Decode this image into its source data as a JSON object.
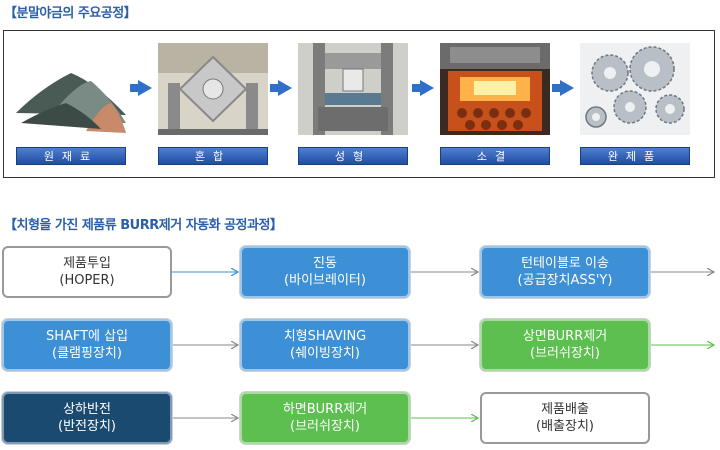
{
  "section1": {
    "title": "【분말야금의 주요공정】",
    "stages": [
      {
        "label": "원재료",
        "icon": "powder-pile-icon"
      },
      {
        "label": "혼합",
        "icon": "mixer-machine-icon"
      },
      {
        "label": "성형",
        "icon": "press-machine-icon"
      },
      {
        "label": "소결",
        "icon": "sintering-furnace-icon"
      },
      {
        "label": "완제품",
        "icon": "finished-gears-icon"
      }
    ]
  },
  "section2": {
    "title": "【치형을 가진 제품류 BURR제거 자동화 공정과정】",
    "rows": [
      [
        {
          "line1": "제품투입",
          "line2": "(HOPER)",
          "style": "white"
        },
        {
          "line1": "진동",
          "line2": "(바이브레이터)",
          "style": "blue"
        },
        {
          "line1": "턴테이블로 이송",
          "line2": "(공급장치ASS'Y)",
          "style": "blue"
        }
      ],
      [
        {
          "line1": "SHAFT에 삽입",
          "line2": "(클램핑장치)",
          "style": "blue"
        },
        {
          "line1": "치형SHAVING",
          "line2": "(쉐이빙장치)",
          "style": "blue"
        },
        {
          "line1": "상면BURR제거",
          "line2": "(브러쉬장치)",
          "style": "green"
        }
      ],
      [
        {
          "line1": "상하반전",
          "line2": "(반전장치)",
          "style": "navy"
        },
        {
          "line1": "하면BURR제거",
          "line2": "(브러쉬장치)",
          "style": "green"
        },
        {
          "line1": "제품배출",
          "line2": "(배출장치)",
          "style": "white"
        }
      ]
    ]
  },
  "colors": {
    "title": "#2b5fa8",
    "blue_box": "#3d8fd6",
    "green_box": "#5cbf4f",
    "navy_box": "#1a4a70",
    "arrow_blue": "#3d8fd6",
    "arrow_gray": "#888888",
    "arrow_green": "#5cbf4f"
  }
}
